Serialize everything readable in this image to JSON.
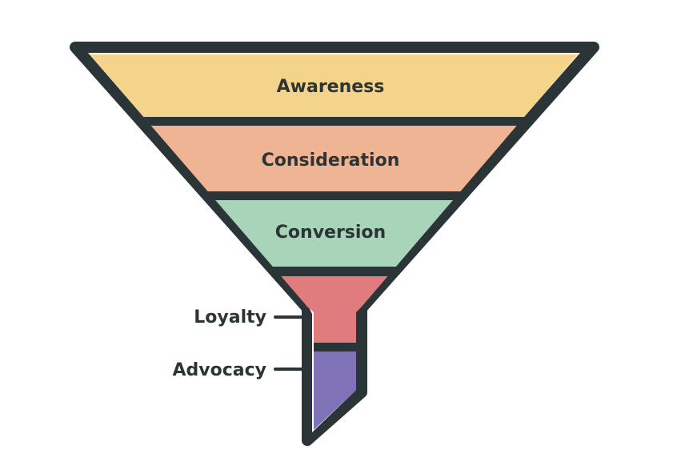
{
  "diagram": {
    "type": "funnel",
    "outline_color": "#2b3437",
    "gap_color": "#ffffff",
    "stages": [
      {
        "label": "Awareness",
        "color": "#f3d48a",
        "label_position": "inside"
      },
      {
        "label": "Consideration",
        "color": "#efb493",
        "label_position": "inside"
      },
      {
        "label": "Conversion",
        "color": "#a8d4b9",
        "label_position": "inside"
      },
      {
        "label": "Loyalty",
        "color": "#e07c7e",
        "label_position": "left"
      },
      {
        "label": "Advocacy",
        "color": "#8072b6",
        "label_position": "left"
      }
    ]
  }
}
